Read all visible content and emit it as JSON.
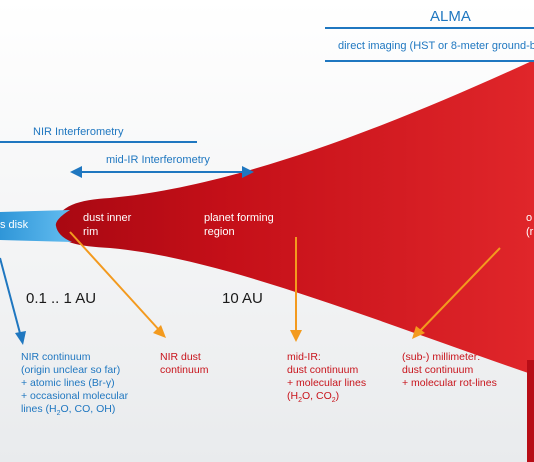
{
  "colors": {
    "blue": "#1f77c0",
    "red": "#d4151d",
    "dark_red": "#b80d16",
    "orange": "#f39a1e",
    "light_blue": "#3aa3e0"
  },
  "top": {
    "alma": "ALMA",
    "direct_imaging": "direct imaging (HST or 8-meter ground-b"
  },
  "interferometry": {
    "nir": "NIR Interferometry",
    "mid_ir": "mid-IR Interferometry"
  },
  "disk": {
    "gas_disk": "s disk",
    "dust_inner_rim": "dust inner\nrim",
    "planet_forming": "planet forming\nregion",
    "outer_label_1": "o",
    "outer_label_2": "(r"
  },
  "distances": {
    "inner": "0.1 .. 1 AU",
    "mid": "10 AU"
  },
  "descriptions": {
    "nir_continuum": {
      "title": "NIR continuum",
      "line2": "(origin unclear so far)",
      "line3": "+ atomic lines (Br-γ)",
      "line4": "+ occasional molecular",
      "line5_prefix": "lines (H",
      "line5_sub1": "2",
      "line5_suffix": "O, CO, OH)"
    },
    "nir_dust": "NIR dust\ncontinuum",
    "mid_ir": {
      "line1": "mid-IR:",
      "line2": "dust continuum",
      "line3": "+ molecular lines",
      "line4_prefix": "(H",
      "line4_sub1": "2",
      "line4_mid": "O, CO",
      "line4_sub2": "2",
      "line4_suffix": ")"
    },
    "submm": {
      "line1": "(sub-) millimeter:",
      "line2": "dust continuum",
      "line3": "+ molecular rot-lines"
    }
  }
}
